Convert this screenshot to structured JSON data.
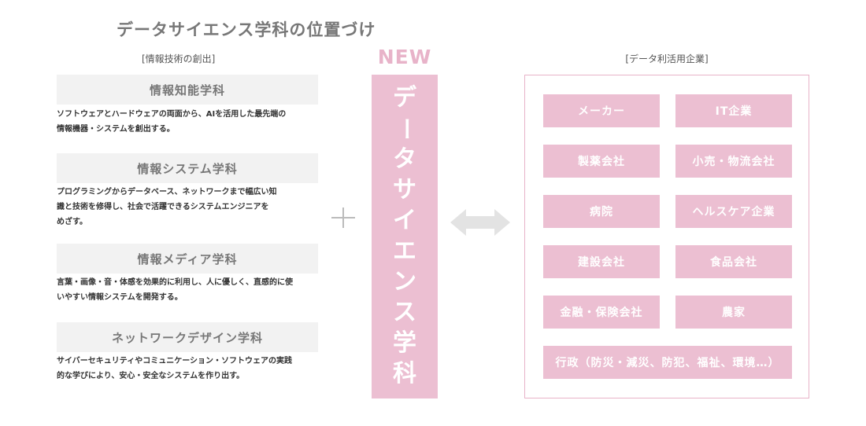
{
  "title": "データサイエンス学科の位置づけ",
  "left": {
    "subtitle": "[情報技術の創出]",
    "departments": [
      {
        "name": "情報知能学科",
        "desc_lines": [
          "ソフトウェアとハードウェアの両面から、AIを活用した最先端の",
          "情報機器・システムを創出する。"
        ]
      },
      {
        "name": "情報システム学科",
        "desc_lines": [
          "プログラミングからデータベース、ネットワークまで幅広い知",
          "識と技術を修得し、社会で活躍できるシステムエンジニアを",
          "めざす。"
        ]
      },
      {
        "name": "情報メディア学科",
        "desc_lines": [
          "言葉・画像・音・体感を効果的に利用し、人に優しく、直感的に使",
          "いやすい情報システムを開発する。"
        ]
      },
      {
        "name": "ネットワークデザイン学科",
        "desc_lines": [
          "サイバーセキュリティやコミュニケーション・ソフトウェアの実践",
          "的な学びにより、安心・安全なシステムを作り出す。"
        ]
      }
    ]
  },
  "plus_symbol": "+",
  "center": {
    "new_label": "NEW",
    "department_chars": [
      "デ",
      "ー",
      "タ",
      "サ",
      "イ",
      "エ",
      "ン",
      "ス",
      "学",
      "科"
    ]
  },
  "right": {
    "subtitle": "[データ利活用企業]",
    "industries": [
      "メーカー",
      "IT企業",
      "製薬会社",
      "小売・物流会社",
      "病院",
      "ヘルスケア企業",
      "建設会社",
      "食品会社",
      "金融・保険会社",
      "農家"
    ],
    "government": "行政（防災・減災、防犯、福祉、環境…）"
  },
  "colors": {
    "accent_pink": "#ecbfd2",
    "new_pink": "#e8b3c9",
    "head_gray": "#f2f2f2",
    "arrow_gray": "#e3e3e3"
  }
}
